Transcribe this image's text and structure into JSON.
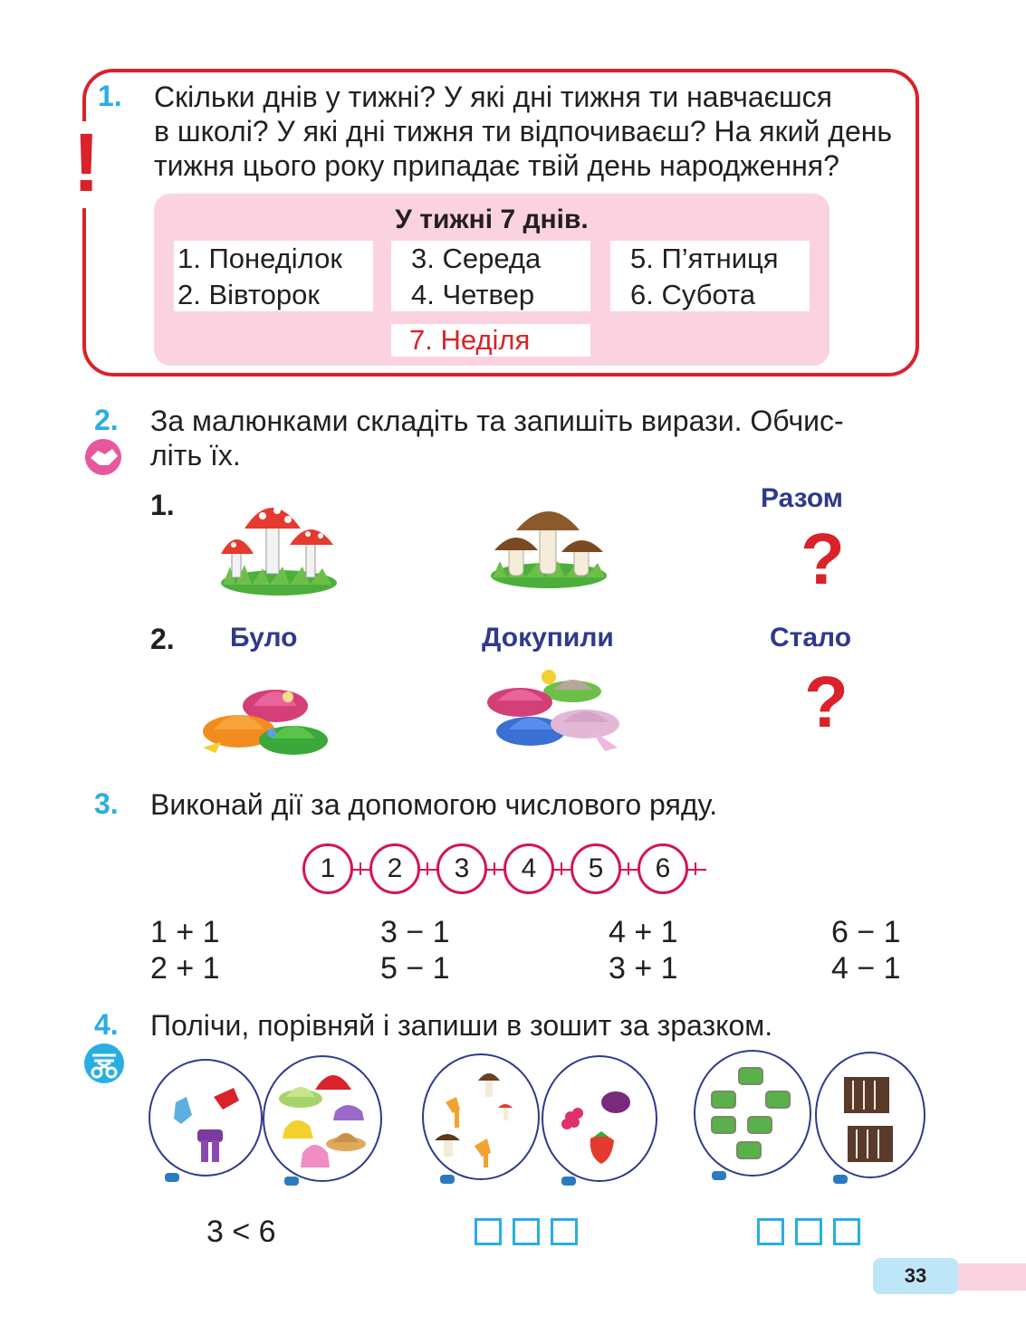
{
  "task1": {
    "number": "1.",
    "lines": [
      "Скільки днів у тижні? У які дні тижня ти навчаєшся",
      "в школі? У які дні тижня ти відпочиваєш? На який день",
      "тижня цього року припадає твій день народження?"
    ],
    "exclamation": "!",
    "box_title": "У тижні 7 днів.",
    "days": [
      "1. Понеділок",
      "2. Вівторок",
      "3. Середа",
      "4. Четвер",
      "5. П’ятниця",
      "6. Субота",
      "7. Неділя"
    ]
  },
  "task2": {
    "number": "2.",
    "lines": [
      "За малюнками складіть та запишіть вирази. Обчис-",
      "літь їх."
    ],
    "row1_number": "1.",
    "row1_label": "Разом",
    "row2_number": "2.",
    "row2_labels": [
      "Було",
      "Докупили",
      "Стало"
    ],
    "question_mark": "?"
  },
  "task3": {
    "number": "3.",
    "text": "Виконай дії за допомогою числового ряду.",
    "number_line": [
      "1",
      "2",
      "3",
      "4",
      "5",
      "6"
    ],
    "columns": [
      [
        "1 + 1",
        "2 + 1"
      ],
      [
        "3 − 1",
        "5 − 1"
      ],
      [
        "4 + 1",
        "3 + 1"
      ],
      [
        "6 − 1",
        "4 − 1"
      ]
    ]
  },
  "task4": {
    "number": "4.",
    "text": "Полічи, порівняй і запиши в зошит за зразком.",
    "example": "3 < 6"
  },
  "page_number": "33",
  "colors": {
    "accent_blue": "#29aee3",
    "red": "#d9222a",
    "pink": "#fbd3e0",
    "magenta": "#d4145a",
    "navy": "#2e3a8c"
  },
  "icons": [
    "pair-work-icon",
    "scissors-icon"
  ]
}
